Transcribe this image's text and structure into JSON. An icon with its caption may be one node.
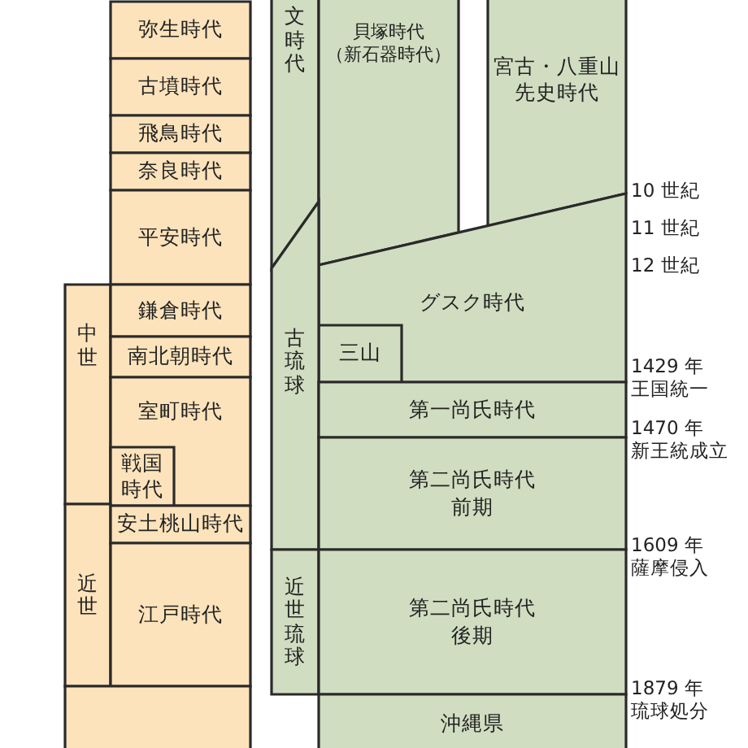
{
  "diagram": {
    "nodes": [
      {
        "text": [
          "弥生時代"
        ]
      },
      {
        "text": [
          "古墳時代"
        ]
      },
      {
        "text": [
          "飛鳥時代"
        ]
      },
      {
        "text": [
          "奈良時代"
        ]
      },
      {
        "text": [
          "平安時代"
        ]
      },
      {
        "text": [
          "中世"
        ]
      },
      {
        "text": [
          "鎌倉時代"
        ]
      },
      {
        "text": [
          "南北朝時代"
        ]
      },
      {
        "text": [
          "室町時代"
        ]
      },
      {
        "text": [
          "戦国時代"
        ],
        "in": 8
      },
      {
        "text": [
          "近世"
        ]
      },
      {
        "text": [
          "安土桃山時代"
        ]
      },
      {
        "text": [
          "江戸時代"
        ]
      },
      {
        "text": [],
        "shape": "box"
      },
      {
        "text": [
          "文時代"
        ]
      },
      {
        "text": [
          "貝塚時代",
          "（新石器時代）"
        ]
      },
      {
        "text": [
          "宮古・八重山先史時代"
        ]
      },
      {
        "text": [
          "グスク時代"
        ]
      },
      {
        "text": [
          "三山"
        ],
        "in": 17
      },
      {
        "text": [
          "古琉球"
        ]
      },
      {
        "text": [
          "第一尚氏時代"
        ]
      },
      {
        "text": [
          "第二尚氏時代",
          "前期"
        ]
      },
      {
        "text": [
          "近世琉球"
        ]
      },
      {
        "text": [
          "第二尚氏時代",
          "後期"
        ]
      },
      {
        "text": [
          "沖縄県"
        ]
      }
    ],
    "labels": [
      "10 世紀",
      "11 世紀",
      "12 世紀",
      "1429 年",
      "王国統一",
      "1470 年",
      "新王統成立",
      "1609 年",
      "薩摩侵入",
      "1879 年",
      "琉球処分"
    ]
  }
}
